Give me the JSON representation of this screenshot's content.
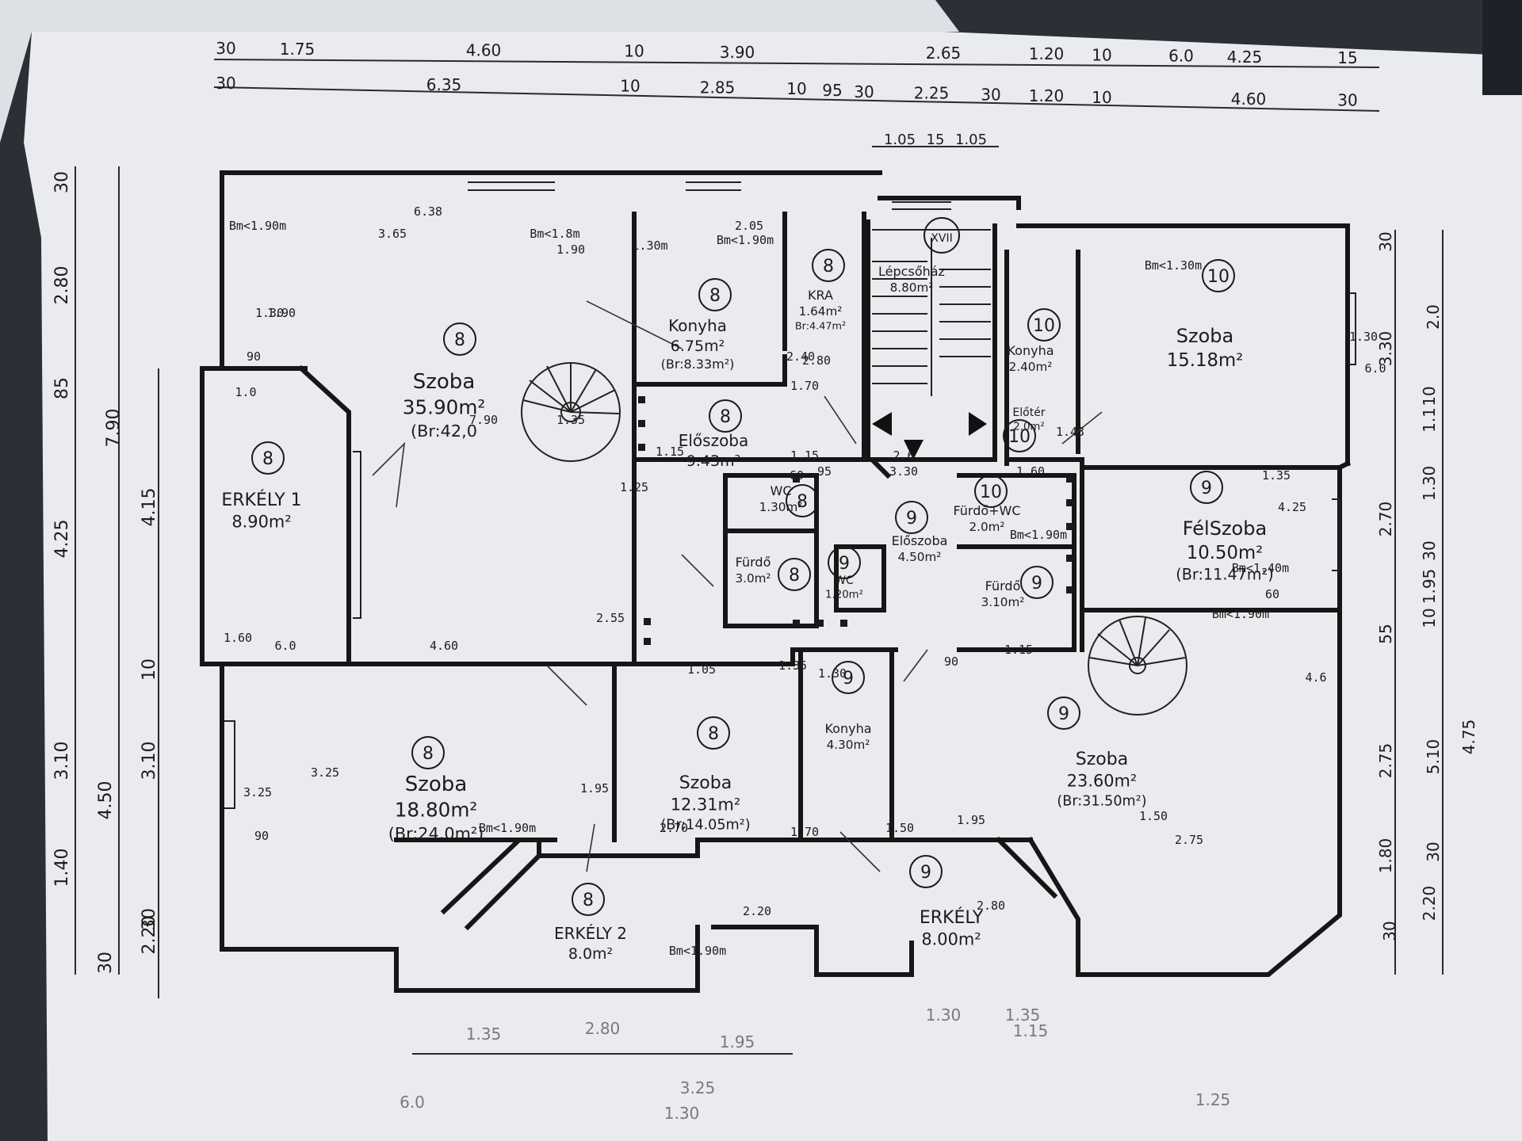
{
  "rooms": [
    {
      "id": "szoba-8-large",
      "name": "Szoba",
      "area": "35.90m²",
      "extra": "(Br:42,0",
      "unit": "8"
    },
    {
      "id": "erkely-1",
      "name": "ERKÉLY 1",
      "area": "8.90m²",
      "extra": "",
      "unit": "8"
    },
    {
      "id": "konyha-8",
      "name": "Konyha",
      "area": "6.75m²",
      "extra": "(Br:8.33m²)",
      "unit": "8"
    },
    {
      "id": "kra",
      "name": "KRA",
      "area": "1.64m²",
      "extra": "Br:4.47m²",
      "unit": "8"
    },
    {
      "id": "eloszoba-8",
      "name": "Előszoba",
      "area": "9.43m²",
      "extra": "",
      "unit": "8"
    },
    {
      "id": "wc-8",
      "name": "WC",
      "area": "1.30m²",
      "extra": "",
      "unit": "8"
    },
    {
      "id": "furdo-8",
      "name": "Fürdő",
      "area": "3.0m²",
      "extra": "",
      "unit": "8"
    },
    {
      "id": "lepcsohaz",
      "name": "Lépcsőház",
      "area": "8.80m²",
      "extra": "",
      "unit": "XVII"
    },
    {
      "id": "konyha-10",
      "name": "Konyha",
      "area": "2.40m²",
      "extra": "",
      "unit": "10"
    },
    {
      "id": "szoba-10",
      "name": "Szoba",
      "area": "15.18m²",
      "extra": "",
      "unit": "10"
    },
    {
      "id": "eloter-10",
      "name": "Előtér",
      "area": "2.0m²",
      "extra": "",
      "unit": "10"
    },
    {
      "id": "furdo-wc-10",
      "name": "Fürdő+WC",
      "area": "2.0m²",
      "extra": "",
      "unit": "10"
    },
    {
      "id": "felszoba-9",
      "name": "FélSzoba",
      "area": "10.50m²",
      "extra": "(Br:11.47m²)",
      "unit": "9"
    },
    {
      "id": "eloszoba-9",
      "name": "Előszoba",
      "area": "4.50m²",
      "extra": "",
      "unit": "9"
    },
    {
      "id": "wc-9",
      "name": "WC",
      "area": "1.20m²",
      "extra": "",
      "unit": "9"
    },
    {
      "id": "furdo-9",
      "name": "Fürdő",
      "area": "3.10m²",
      "extra": "",
      "unit": "9"
    },
    {
      "id": "szoba-8-low",
      "name": "Szoba",
      "area": "18.80m²",
      "extra": "(Br:24.0m²)",
      "unit": "8"
    },
    {
      "id": "szoba-8-mid",
      "name": "Szoba",
      "area": "12.31m²",
      "extra": "(Br:14.05m²)",
      "unit": "8"
    },
    {
      "id": "konyha-9",
      "name": "Konyha",
      "area": "4.30m²",
      "extra": "",
      "unit": "9"
    },
    {
      "id": "szoba-9",
      "name": "Szoba",
      "area": "23.60m²",
      "extra": "(Br:31.50m²)",
      "unit": "9"
    },
    {
      "id": "erkely-2",
      "name": "ERKÉLY 2",
      "area": "8.0m²",
      "extra": "",
      "unit": "8"
    },
    {
      "id": "erkely-9",
      "name": "ERKÉLY",
      "area": "8.00m²",
      "extra": "",
      "unit": "9"
    }
  ],
  "dims_top_row1": [
    "30",
    "1.75",
    "4.60",
    "10",
    "3.90",
    "2.65",
    "1.20",
    "10",
    "6.0",
    "4.25",
    "15"
  ],
  "dims_top_row2": [
    "30",
    "6.35",
    "10",
    "2.85",
    "10",
    "95",
    "30",
    "2.25",
    "30",
    "1.20",
    "10",
    "4.60",
    "30"
  ],
  "dims_top_row3": [
    "1.05",
    "15",
    "1.05"
  ],
  "dims_left_outer": [
    "30",
    "2.80",
    "85",
    "7.90",
    "4.25",
    "4.15",
    "10",
    "3.10",
    "3.10",
    "4.50",
    "1.40",
    "30",
    "2.20",
    "30"
  ],
  "dims_right_outer": [
    "30",
    "2.0",
    "3.30",
    "10",
    "1.1",
    "2.70",
    "1.30",
    "30",
    "1.95",
    "10",
    "55",
    "2.75",
    "5.10",
    "4.75",
    "1.80",
    "30",
    "2.20",
    "30"
  ],
  "notes": [
    "Bm<1.90m",
    "3.65",
    "6.38",
    "Bm<1.8m",
    "1.90",
    "1.30m",
    "2.05",
    "Bm<1.90m",
    "1.90",
    "90",
    "1.0",
    "1.30",
    "2.80",
    "1.15",
    "95",
    "1.70",
    "2.55",
    "4.60",
    "6.0",
    "1.60",
    "60",
    "1.05",
    "3.25",
    "90",
    "Bm<1.90m",
    "2.70",
    "1.50",
    "1.70",
    "2.80",
    "Bm<1.90m",
    "1.95",
    "1.50",
    "2.75",
    "90",
    "Bm<1.90m",
    "1.60",
    "1.35",
    "4.25",
    "Bm<1.40m",
    "60",
    "Bm<1.90m",
    "2.6",
    "Bm<1.30m",
    "1.15",
    "1.35",
    "1.30",
    "1.95",
    "3.25",
    "1.30",
    "6.0",
    "1.35",
    "1.25",
    "4.6",
    "3.30",
    "2.40",
    "7.90",
    "1.15",
    "1.43",
    "2.20"
  ],
  "footer_dims": [
    "1.35",
    "2.80",
    "1.95",
    "3.25",
    "1.30",
    "6.0",
    "1.35",
    "1.25",
    "1.30",
    "1.15"
  ]
}
